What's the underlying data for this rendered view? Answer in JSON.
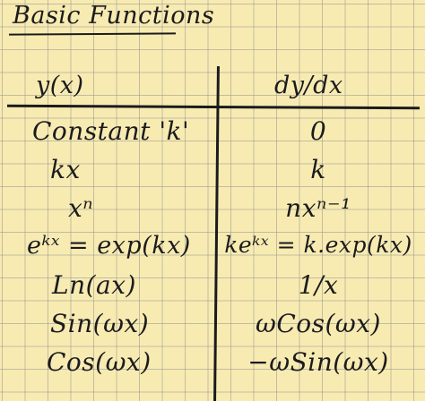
{
  "title": "Basic Functions",
  "headers": {
    "left": "y(x)",
    "right": "dy/dx"
  },
  "rows": [
    {
      "fx": "Constant 'k'",
      "dfx": "0"
    },
    {
      "fx": "kx",
      "dfx": "k"
    },
    {
      "fx": "xⁿ",
      "dfx": "nxⁿ⁻¹"
    },
    {
      "fx": "eᵏˣ = exp(kx)",
      "dfx": "keᵏˣ = k.exp(kx)"
    },
    {
      "fx": "Ln(ax)",
      "dfx": "1/x"
    },
    {
      "fx": "Sin(ωx)",
      "dfx": "ωCos(ωx)"
    },
    {
      "fx": "Cos(ωx)",
      "dfx": "−ωSin(ωx)"
    }
  ],
  "colors": {
    "paper": "#f8ebb2",
    "grid": "#96968f",
    "ink": "#1b1b1d"
  }
}
